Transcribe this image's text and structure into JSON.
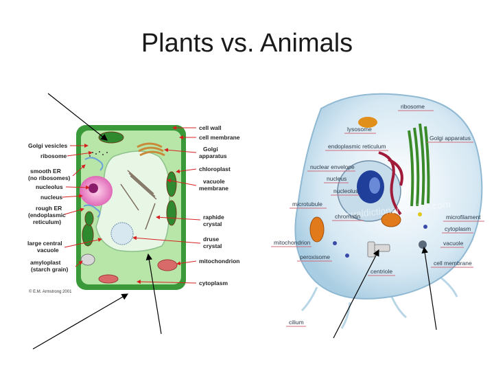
{
  "slide": {
    "title": "Plants vs. Animals"
  },
  "plant_cell": {
    "left_labels": [
      "Golgi vesicles",
      "ribosome",
      "smooth ER",
      "(no ribosomes)",
      "nucleolus",
      "nucleus",
      "rough ER",
      "(endoplasmic",
      "reticulum)",
      "large central",
      "vacuole",
      "amyloplast",
      "(starch grain)"
    ],
    "right_labels": [
      "cell wall",
      "cell membrane",
      "Golgi",
      "apparatus",
      "chloroplast",
      "vacuole",
      "membrane",
      "raphide",
      "crystal",
      "druse",
      "crystal",
      "mitochondrion",
      "cytoplasm"
    ],
    "credit": "© E.M. Armstrong 2001"
  },
  "animal_cell": {
    "labels": [
      "ribosome",
      "lysosome",
      "Golgi apparatus",
      "endoplasmic reticulum",
      "nuclear envelope",
      "nucleus",
      "nucleolus",
      "microtubule",
      "chromatin",
      "microfilament",
      "cytoplasm",
      "mitochondrion",
      "vacuole",
      "peroxisome",
      "cell membrane",
      "centriole",
      "cilium"
    ],
    "watermark": "visualdictionaryonline.com"
  },
  "colors": {
    "plant_wall": "#3a9a3a",
    "plant_cytoplasm": "#b8e6a8",
    "vacuole": "#e8f6e6",
    "animal_cell": "#cfe3ef",
    "label_arrow": "#d62020"
  }
}
